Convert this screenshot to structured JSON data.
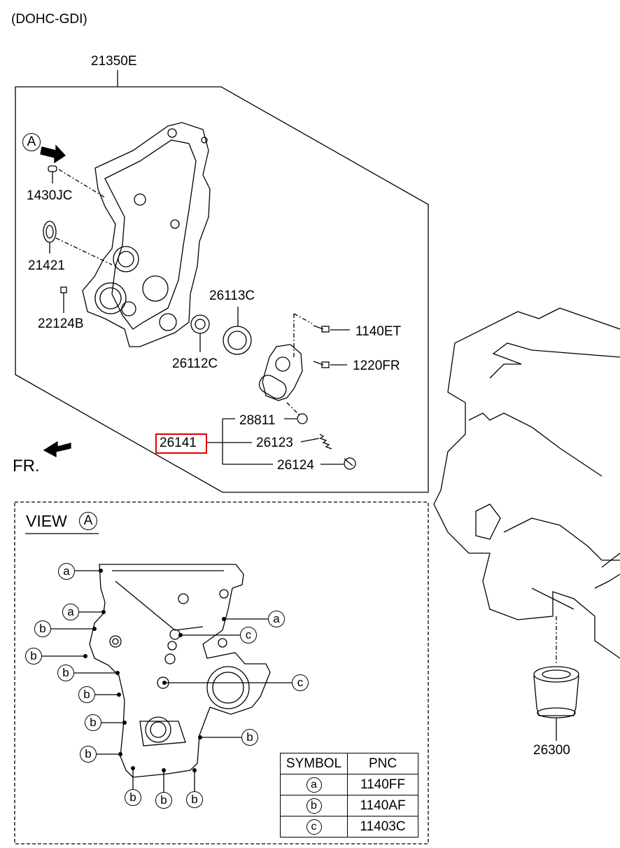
{
  "header": {
    "variant": "(DOHC-GDI)"
  },
  "assembly": {
    "part_number": "21350E"
  },
  "view_marker": "A",
  "front_label": "FR.",
  "parts": {
    "p1430jc": "1430JC",
    "p21421": "21421",
    "p22124b": "22124B",
    "p26113c": "26113C",
    "p26112c": "26112C",
    "p1140et": "1140ET",
    "p1220fr": "1220FR",
    "p28811": "28811",
    "p26141": "26141",
    "p26123": "26123",
    "p26124": "26124",
    "p26300": "26300"
  },
  "highlight": {
    "part": "26141",
    "color": "#e00000"
  },
  "view_a": {
    "title": "VIEW",
    "marker": "A",
    "callouts": {
      "a": "a",
      "b": "b",
      "c": "c"
    }
  },
  "symbol_table": {
    "headers": [
      "SYMBOL",
      "PNC"
    ],
    "rows": [
      {
        "symbol": "a",
        "pnc": "1140FF"
      },
      {
        "symbol": "b",
        "pnc": "1140AF"
      },
      {
        "symbol": "c",
        "pnc": "11403C"
      }
    ]
  }
}
